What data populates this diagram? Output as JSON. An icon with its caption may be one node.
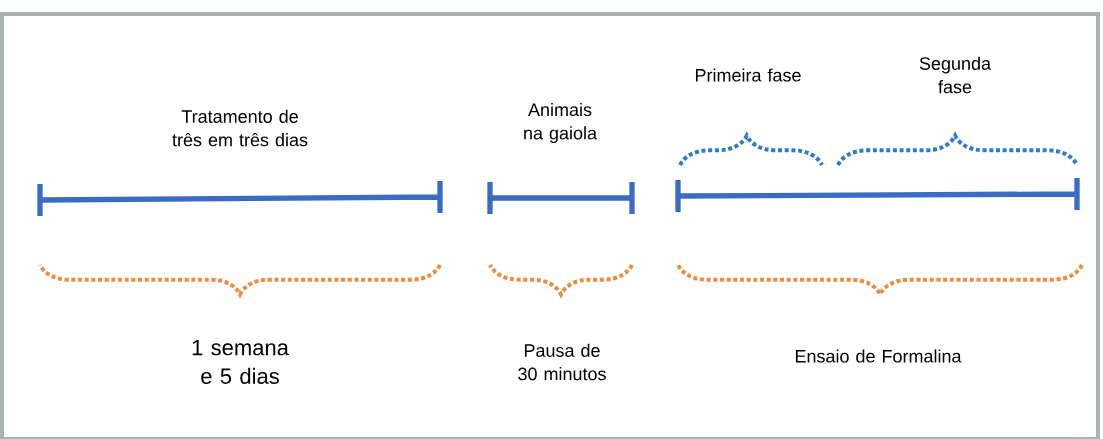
{
  "diagram": {
    "labels": [
      "Primeira fase",
      "Segunda fase",
      "Tratamento de três em três dias",
      "Animais na gaiola",
      "1 semana e 5 dias",
      "Pausa de 30 minutos",
      "Ensaio de Formalina"
    ]
  }
}
